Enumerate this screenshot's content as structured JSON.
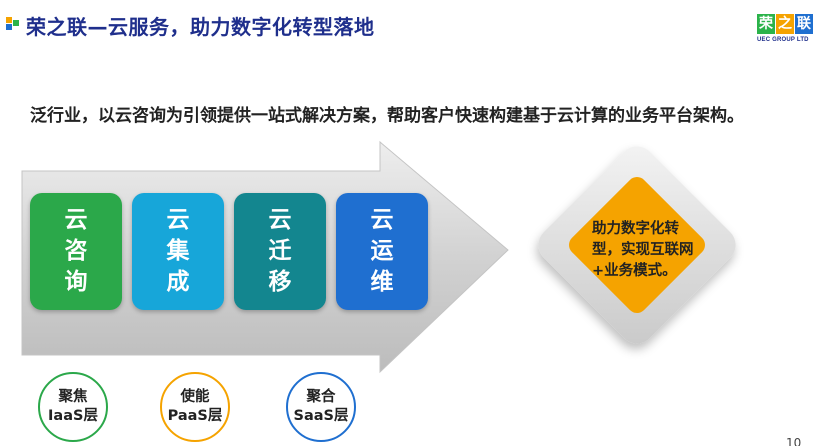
{
  "header": {
    "title": "荣之联—云服务，助力数字化转型落地",
    "accent_colors": [
      "#f5a300",
      "#2bb34a",
      "#1f6fd0"
    ]
  },
  "logo": {
    "chars": [
      "荣",
      "之",
      "联"
    ],
    "caption": "UEC GROUP LTD",
    "colors": [
      "#2bb34a",
      "#f5a300",
      "#1f6fd0"
    ]
  },
  "subtitle": "泛行业，以云咨询为引领提供一站式解决方案，帮助客户快速构建基于云计算的业务平台架构。",
  "steps": [
    {
      "label": "云咨询",
      "color": "#2ba84a"
    },
    {
      "label": "云集成",
      "color": "#17a6d9"
    },
    {
      "label": "云迁移",
      "color": "#13868f"
    },
    {
      "label": "云运维",
      "color": "#1f6fd0"
    }
  ],
  "goal": {
    "text": "助力数字化转型，实现互联网+业务模式。",
    "color": "#f5a300"
  },
  "layers": [
    {
      "line1": "聚焦",
      "line2": "IaaS层",
      "border": "#2ba84a"
    },
    {
      "line1": "使能",
      "line2": "PaaS层",
      "border": "#f5a300"
    },
    {
      "line1": "聚合",
      "line2": "SaaS层",
      "border": "#1f6fd0"
    }
  ],
  "page_number": "10"
}
